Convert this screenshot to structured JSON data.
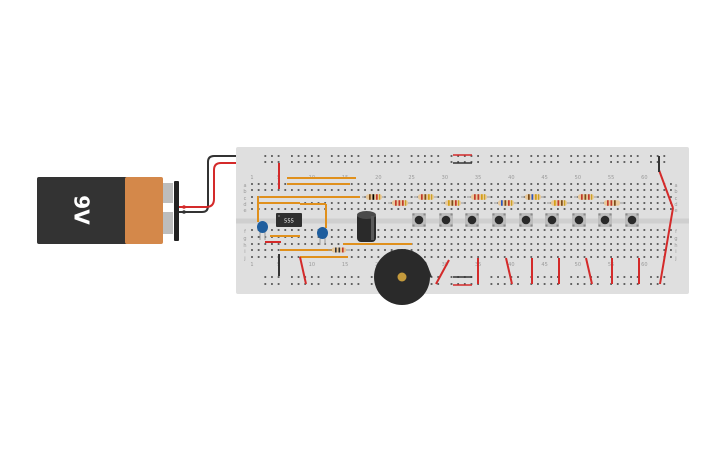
{
  "battery": {
    "label": "9V"
  },
  "ic": {
    "label": "555"
  },
  "breadboard": {
    "column_labels": [
      "1",
      "5",
      "10",
      "15",
      "20",
      "25",
      "30",
      "35",
      "40",
      "45",
      "50",
      "55",
      "60"
    ],
    "row_labels_top": [
      "a",
      "b",
      "c",
      "d",
      "e"
    ],
    "row_labels_bottom": [
      "f",
      "g",
      "h",
      "i",
      "j"
    ]
  },
  "resistor_colors": [
    [
      "#7a4b1a",
      "#000000",
      "#c0392b"
    ],
    [
      "#c0392b",
      "#c0392b",
      "#c0392b"
    ],
    [
      "#c0392b",
      "#7a4b1a",
      "#d4a017"
    ],
    [
      "#d4a017",
      "#7a4b1a",
      "#c0392b"
    ],
    [
      "#c0392b",
      "#c0392b",
      "#d4a017"
    ],
    [
      "#2b56c0",
      "#7a4b1a",
      "#c0392b"
    ],
    [
      "#7a4b1a",
      "#2b56c0",
      "#d4a017"
    ],
    [
      "#d4a017",
      "#c0392b",
      "#7a4b1a"
    ],
    [
      "#c0392b",
      "#7a4b1a",
      "#c0392b"
    ]
  ],
  "colors": {
    "board": "#dfdfdf",
    "wire_red": "#d42a2a",
    "wire_black": "#333333",
    "jumper_orange": "#e0901c",
    "battery_body": "#333333",
    "battery_cap": "#d4884a",
    "capacitor_blue": "#1f5e9e",
    "buzzer": "#2a2a2a"
  }
}
